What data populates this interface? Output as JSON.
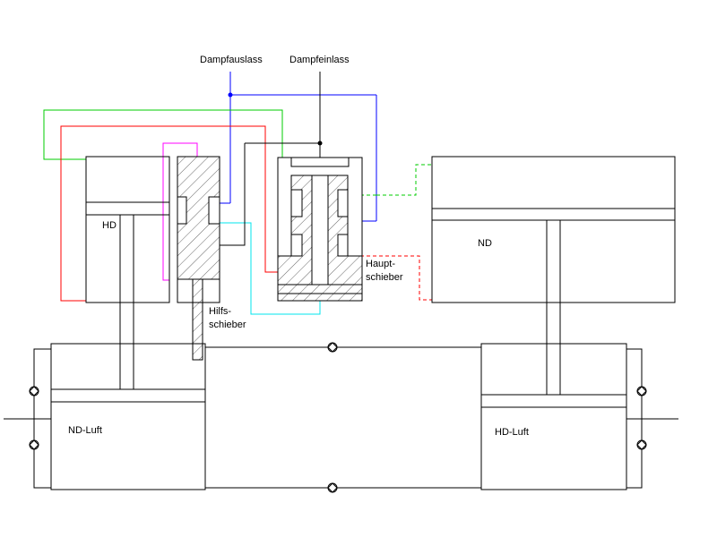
{
  "labels": {
    "steam_outlet": "Dampfauslass",
    "steam_inlet": "Dampfeinlass",
    "hp_cylinder": "HD",
    "lp_cylinder": "ND",
    "aux_valve_line1": "Hilfs-",
    "aux_valve_line2": "schieber",
    "main_valve_line1": "Haupt-",
    "main_valve_line2": "schieber",
    "lp_air": "ND-Luft",
    "hp_air": "HD-Luft"
  },
  "colors": {
    "line": "#000000",
    "blue": "#0000ff",
    "green": "#00cc00",
    "red": "#ff0000",
    "magenta": "#ff00ff",
    "cyan": "#00e5ee",
    "hatch": "#000000"
  }
}
